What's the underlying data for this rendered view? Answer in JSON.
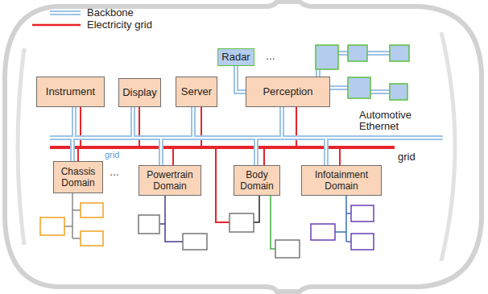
{
  "diagram": {
    "nodes": [
      {
        "text": [
          "Instrument"
        ]
      },
      {
        "text": [
          "Display"
        ]
      },
      {
        "text": [
          "Server"
        ]
      },
      {
        "text": [
          "Radar"
        ]
      },
      {
        "text": [
          "Perception"
        ]
      },
      {
        "text": [
          "Chassis Domain"
        ]
      },
      {
        "text": [
          "Powertrain Domain"
        ]
      },
      {
        "text": [
          "Body Domain"
        ]
      },
      {
        "text": [
          "Infotainment Domain"
        ]
      }
    ],
    "edges": [
      {
        "from": 3,
        "to": 4,
        "arrow": "none"
      }
    ],
    "labels": [
      "...",
      "Automotive Ethernet",
      "grid",
      "grid",
      "..."
    ],
    "legend": [
      {
        "text": "Backbone"
      },
      {
        "text": "Electricity grid"
      }
    ]
  }
}
